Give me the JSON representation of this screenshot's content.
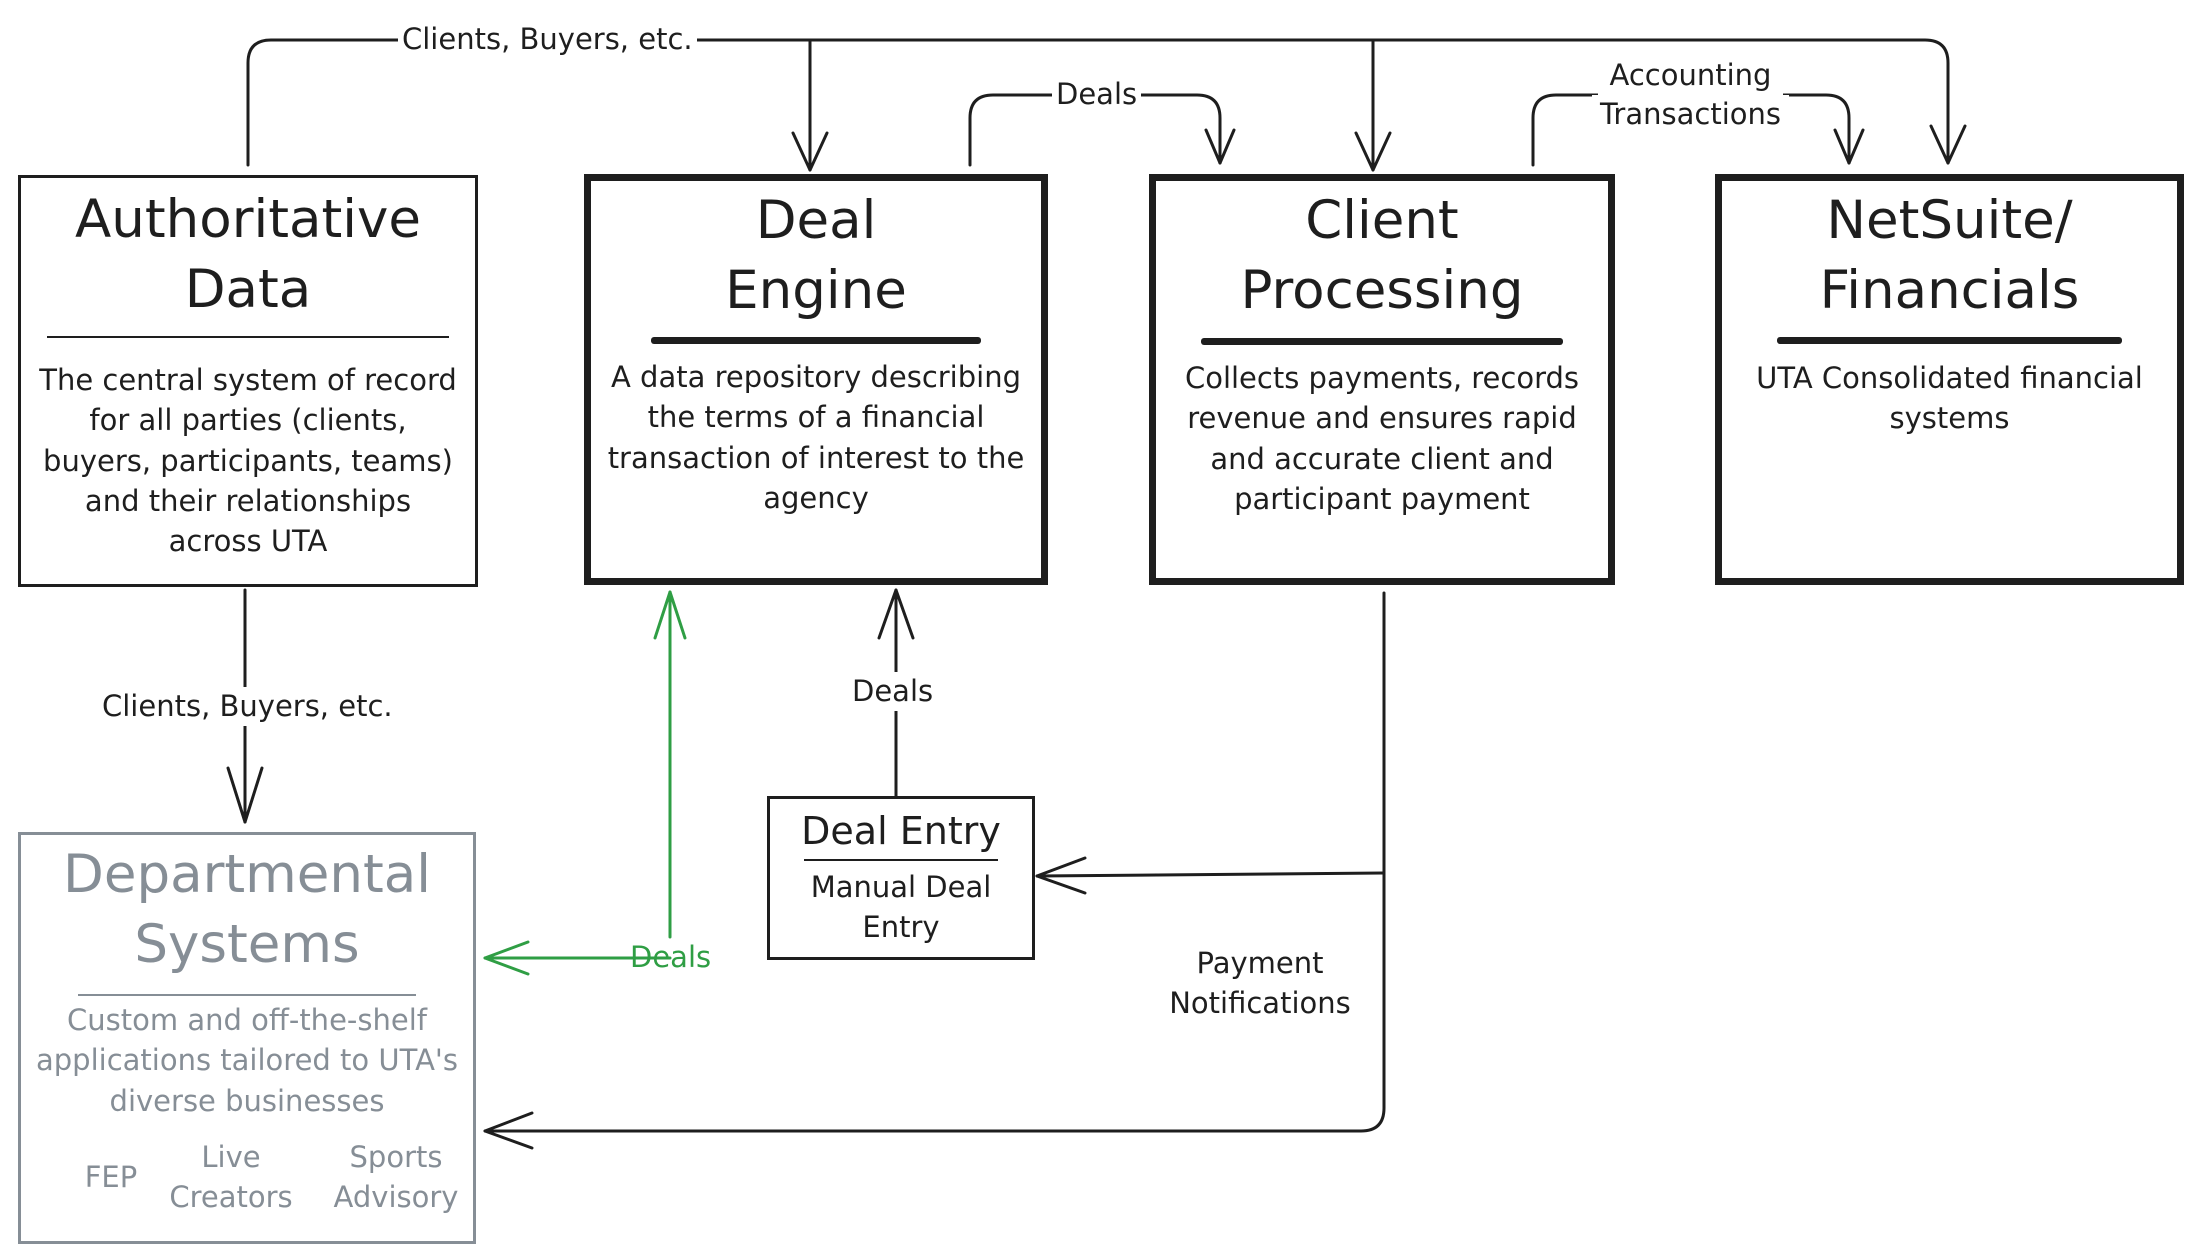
{
  "boxes": {
    "authoritative": {
      "title_line1": "Authoritative",
      "title_line2": "Data",
      "description": "The central system of record for all parties (clients, buyers, participants, teams) and their relationships across UTA"
    },
    "deal_engine": {
      "title_line1": "Deal",
      "title_line2": "Engine",
      "description": "A data repository  describing the terms of a financial transaction of interest to the agency"
    },
    "client_processing": {
      "title_line1": "Client",
      "title_line2": "Processing",
      "description": "Collects payments, records revenue and ensures rapid and accurate client and participant payment"
    },
    "netsuite": {
      "title_line1": "NetSuite/",
      "title_line2": "Financials",
      "description": "UTA Consolidated financial systems"
    },
    "departmental": {
      "title_line1": "Departmental",
      "title_line2": "Systems",
      "description": "Custom and off-the-shelf applications tailored to UTA's diverse businesses",
      "subsystems": {
        "fep": "FEP",
        "live_line1": "Live",
        "live_line2": "Creators",
        "sports_line1": "Sports",
        "sports_line2": "Advisory"
      }
    },
    "deal_entry": {
      "title": "Deal Entry",
      "description": "Manual Deal Entry"
    }
  },
  "connectors": {
    "clients_buyers_top": "Clients, Buyers, etc.",
    "deals_top": "Deals",
    "accounting_line1": "Accounting",
    "accounting_line2": "Transactions",
    "clients_buyers_down": "Clients, Buyers, etc.",
    "deals_entry": "Deals",
    "deals_green": "Deals",
    "payment_line1": "Payment",
    "payment_line2": "Notifications"
  },
  "colors": {
    "stroke": "#1e1e1e",
    "gray": "#868e96",
    "green": "#2f9e44"
  }
}
